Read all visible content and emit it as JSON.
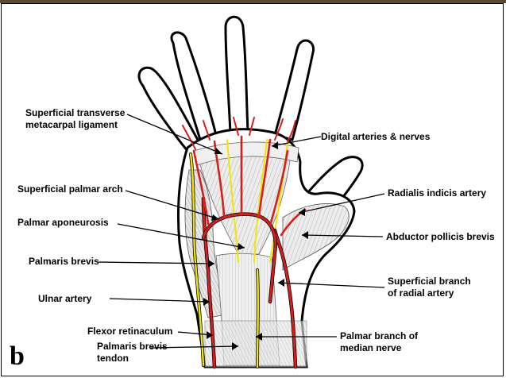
{
  "panel_letter": "b",
  "labels": {
    "superficial_transverse_metacarpal_ligament": [
      "Superficial transverse",
      "metacarpal ligament"
    ],
    "digital_arteries_nerves": "Digital arteries & nerves",
    "superficial_palmar_arch": "Superficial palmar arch",
    "radialis_indicis_artery": "Radialis indicis artery",
    "palmar_aponeurosis": "Palmar aponeurosis",
    "abductor_pollicis_brevis": "Abductor pollicis brevis",
    "palmaris_brevis": "Palmaris brevis",
    "superficial_branch_radial_artery": [
      "Superficial branch",
      "of radial artery"
    ],
    "ulnar_artery": "Ulnar artery",
    "flexor_retinaculum": "Flexor retinaculum",
    "palmar_branch_median_nerve": [
      "Palmar branch of",
      "median nerve"
    ],
    "palmaris_brevis_tendon": [
      "Palmaris brevis",
      "tendon"
    ]
  },
  "colors": {
    "artery": "#d41f1f",
    "nerve": "#f2e600",
    "outline": "#000000",
    "tissue": "#e6e6e6",
    "background": "#ffffff"
  }
}
